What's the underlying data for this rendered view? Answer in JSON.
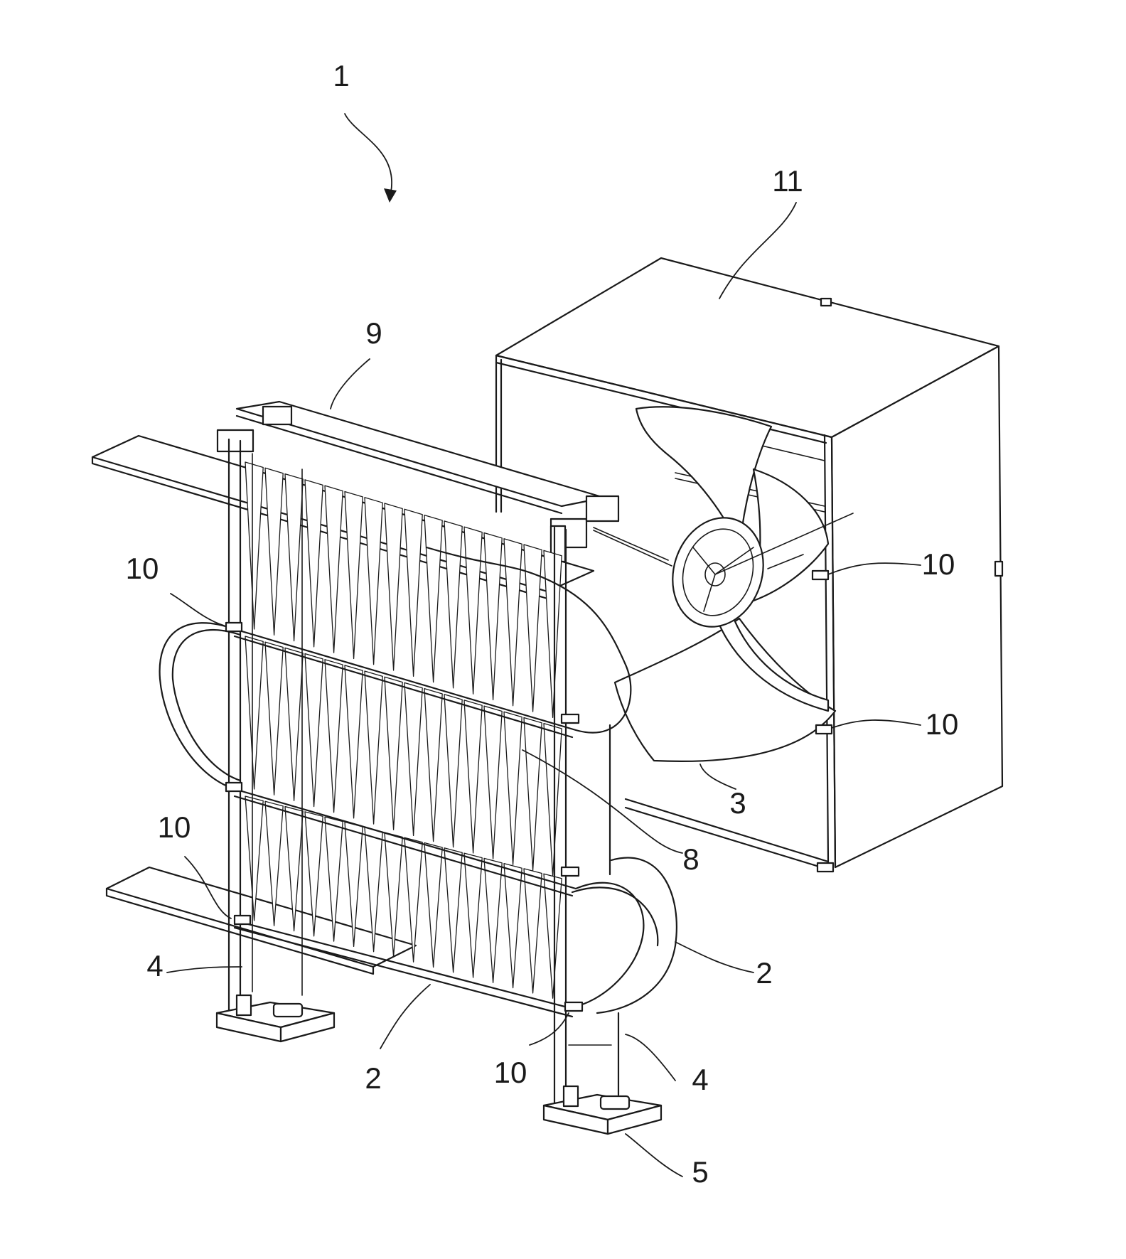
{
  "figure": {
    "labels": {
      "assembly": "1",
      "housing": "11",
      "top_frame": "9",
      "clip_upper_left": "10",
      "clip_upper_right": "10",
      "clip_mid_right": "10",
      "clip_lower_left": "10",
      "clip_bottom_mid": "10",
      "fan": "3",
      "core": "8",
      "tube_right": "2",
      "tube_bottom": "2",
      "leg_left": "4",
      "leg_right": "4",
      "foot": "5"
    }
  }
}
